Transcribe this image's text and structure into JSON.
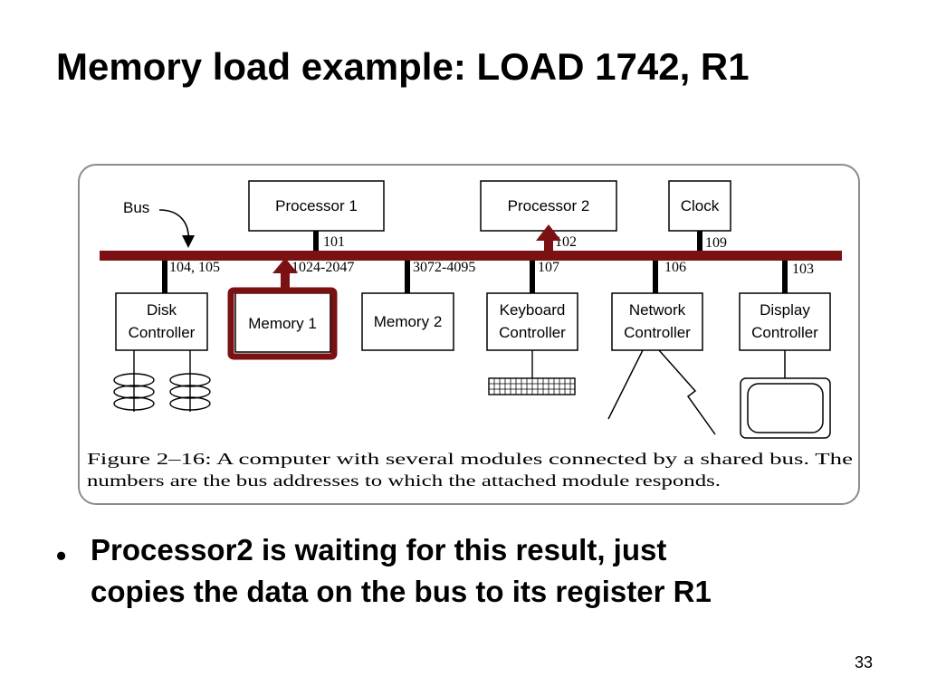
{
  "slide": {
    "title": "Memory load example: LOAD 1742, R1",
    "page_number": "33"
  },
  "figure": {
    "bus_label": "Bus",
    "top_modules": [
      {
        "label": "Processor 1",
        "address": "101"
      },
      {
        "label": "Processor 2",
        "address": "102"
      },
      {
        "label": "Clock",
        "address": "109"
      }
    ],
    "bottom_modules": [
      {
        "line1": "Disk",
        "line2": "Controller",
        "address": "104, 105"
      },
      {
        "line1": "Memory 1",
        "line2": "",
        "address": "1024-2047"
      },
      {
        "line1": "Memory 2",
        "line2": "",
        "address": "3072-4095"
      },
      {
        "line1": "Keyboard",
        "line2": "Controller",
        "address": "107"
      },
      {
        "line1": "Network",
        "line2": "Controller",
        "address": "106"
      },
      {
        "line1": "Display",
        "line2": "Controller",
        "address": "103"
      }
    ],
    "caption_line1": "Figure 2–16:  A computer with several modules connected by a shared bus. The",
    "caption_line2": "numbers are the bus addresses to which the attached module responds."
  },
  "bullets": [
    {
      "line1": "Processor2 is waiting for this result, just",
      "line2": "copies the data on the bus to its register R1"
    }
  ],
  "colors": {
    "bus": "#7b1113",
    "highlight": "#7b1113",
    "figure_border": "#8c8c8c"
  }
}
